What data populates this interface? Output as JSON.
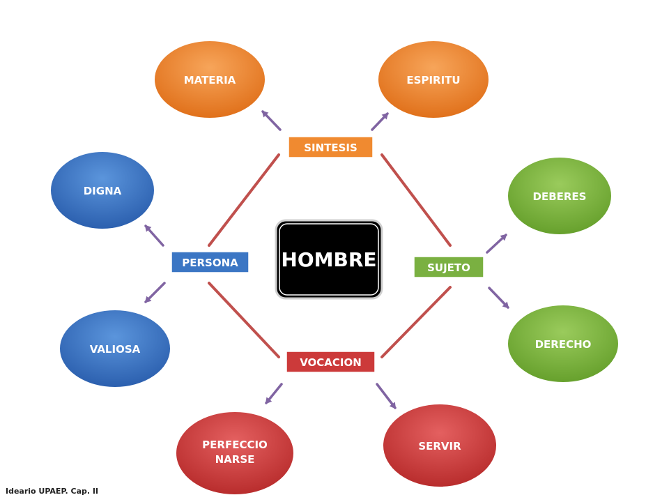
{
  "center": {
    "label": "HOMBRE",
    "color": "#000000"
  },
  "boxes": {
    "sintesis": {
      "label": "SINTESIS",
      "color": "#f08a30"
    },
    "persona": {
      "label": "PERSONA",
      "color": "#3b76c4"
    },
    "sujeto": {
      "label": "SUJETO",
      "color": "#7ab041"
    },
    "vocacion": {
      "label": "VOCACION",
      "color": "#cc3a3a"
    }
  },
  "ellipses": {
    "materia": {
      "label": "MATERIA",
      "color": "#ec7c22"
    },
    "espiritu": {
      "label": "ESPIRITU",
      "color": "#ec7c22"
    },
    "digna": {
      "label": "DIGNA",
      "color": "#3470c2"
    },
    "valiosa": {
      "label": "VALIOSA",
      "color": "#3470c2"
    },
    "deberes": {
      "label": "DEBERES",
      "color": "#78b035"
    },
    "derecho": {
      "label": "DERECHO",
      "color": "#78b035"
    },
    "perfeccionarse": {
      "line1": "PERFECCIO",
      "line2": "NARSE",
      "color": "#d23b3b"
    },
    "servir": {
      "label": "SERVIR",
      "color": "#d23b3b"
    }
  },
  "connector_color": "#c0504d",
  "arrow_color": "#8064a2",
  "footer": {
    "text": "Ideario UPAEP.  Cap. II"
  }
}
